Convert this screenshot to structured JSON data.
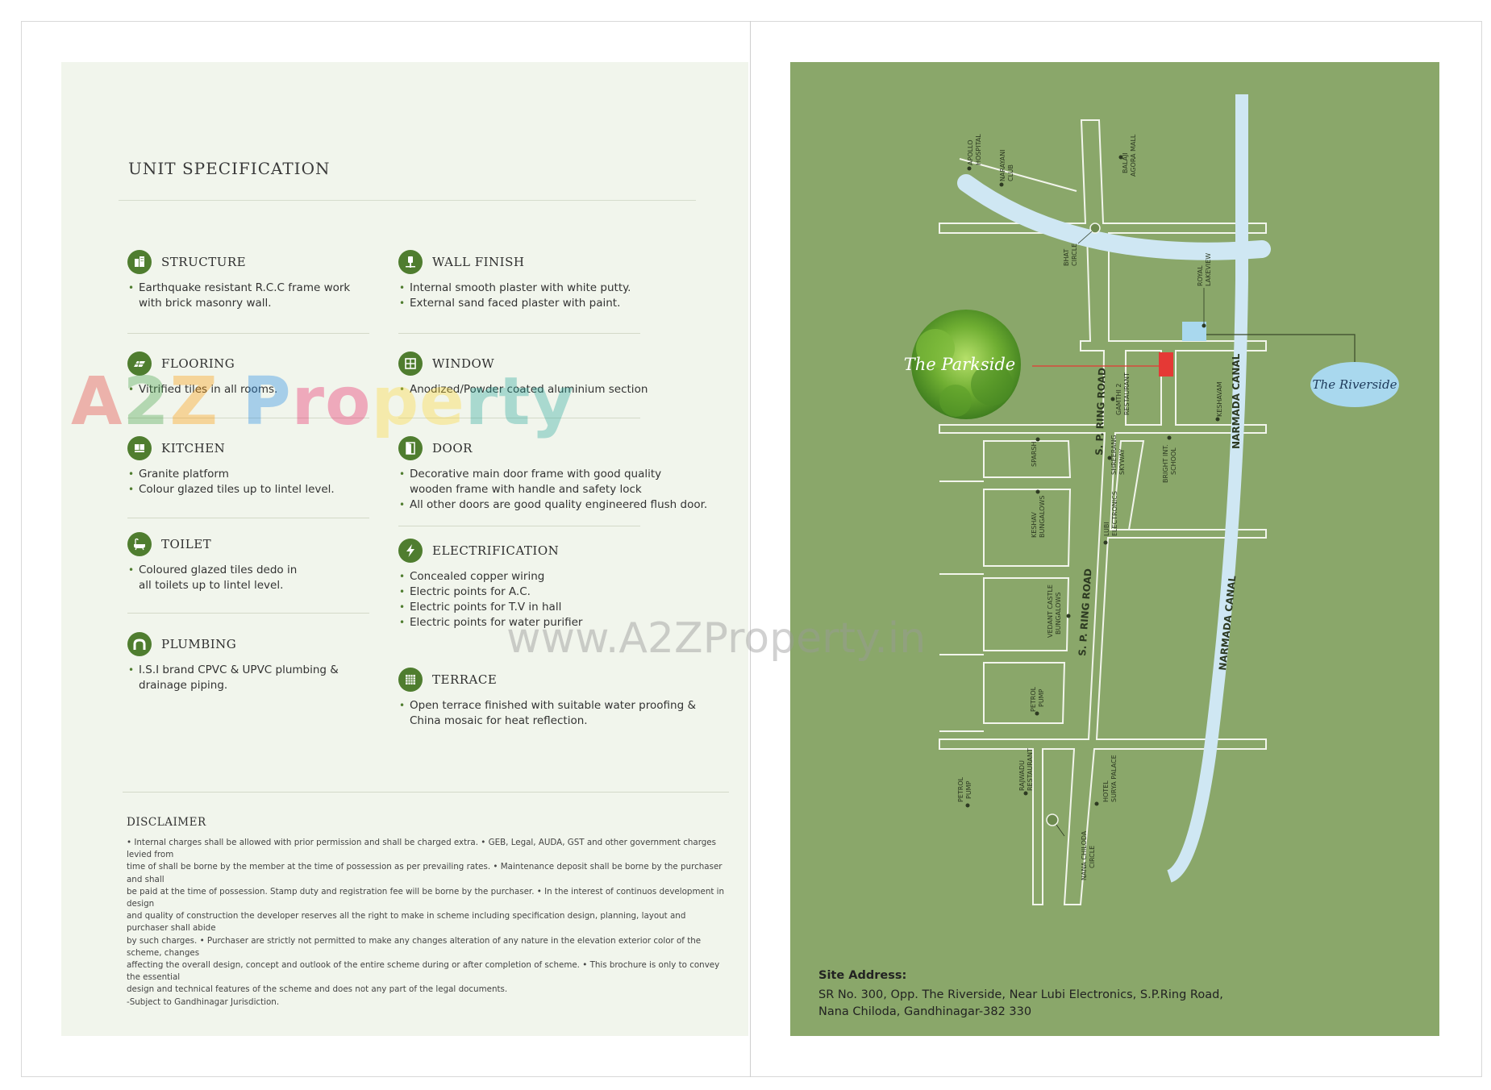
{
  "page_title": "UNIT SPECIFICATION",
  "specs": {
    "structure": {
      "title": "STRUCTURE",
      "lines": [
        "Earthquake resistant R.C.C frame work",
        "with brick masonry wall."
      ]
    },
    "flooring": {
      "title": "FLOORING",
      "lines": [
        "Vitrified tiles in all rooms."
      ]
    },
    "kitchen": {
      "title": "KITCHEN",
      "lines": [
        "Granite platform",
        "Colour glazed tiles up to lintel level."
      ]
    },
    "toilet": {
      "title": "TOILET",
      "lines": [
        "Coloured glazed tiles dedo in",
        "all toilets up to lintel level."
      ]
    },
    "plumbing": {
      "title": "PLUMBING",
      "lines": [
        "I.S.I brand CPVC & UPVC plumbing &",
        "drainage piping."
      ]
    },
    "wall_finish": {
      "title": "WALL FINISH",
      "lines": [
        "Internal smooth plaster with white putty.",
        "External sand faced plaster with paint."
      ]
    },
    "window": {
      "title": "WINDOW",
      "lines": [
        "Anodized/Powder coated aluminium section"
      ]
    },
    "door": {
      "title": "DOOR",
      "lines": [
        "Decorative main door frame with good quality",
        "wooden frame with handle and safety lock",
        "All other doors are good quality engineered flush door."
      ]
    },
    "electrification": {
      "title": "ELECTRIFICATION",
      "lines": [
        "Concealed copper wiring",
        "Electric points for A.C.",
        "Electric points for T.V in hall",
        "Electric points for water purifier"
      ]
    },
    "terrace": {
      "title": "TERRACE",
      "lines": [
        "Open terrace finished with suitable water proofing &",
        "China mosaic for heat reflection."
      ]
    }
  },
  "disclaimer": {
    "title": "DISCLAIMER",
    "lines": [
      "• Internal charges shall be allowed with prior permission and shall be charged extra. • GEB, Legal, AUDA, GST and other government charges levied from",
      "time of shall be borne by the member at the time of possession as per prevailing rates. • Maintenance deposit shall be borne by the purchaser and shall",
      "be paid at the time of possession. Stamp duty and registration fee will be borne by the purchaser. • In the interest of continuos development in design",
      "and quality of construction the developer reserves all the right to make in scheme including specification design, planning, layout and purchaser shall abide",
      "by such charges. • Purchaser are strictly not permitted to make any changes alteration of any nature in the elevation exterior color of the scheme, changes",
      "affecting the overall design, concept and outlook of the entire scheme during or after completion of scheme. • This brochure is only to convey the essential",
      "design and technical features of the scheme and does not any part of the legal documents.",
      "-Subject to Gandhinagar Jurisdiction."
    ]
  },
  "watermark": {
    "logo": [
      "A",
      "2",
      "Z",
      " P",
      "ro",
      "pe",
      "rty"
    ],
    "url": "www.A2ZProperty.in"
  },
  "map": {
    "labels": {
      "apollo": [
        "APOLLO",
        "HOSPITAL"
      ],
      "narayani": [
        "NARAYANI",
        "CLUB"
      ],
      "balaji": [
        "BALAJI",
        "AGORA MALL"
      ],
      "bhat": [
        "BHAT",
        "CIRCLE"
      ],
      "royal": [
        "ROYAL",
        "LAKEVIEW"
      ],
      "gamthi": [
        "GAMTHI 2",
        "RESTAURANT"
      ],
      "keshavam": [
        "KESHAVAM"
      ],
      "sparsh": [
        "SPARSH"
      ],
      "shreerang": [
        "SHREERANG",
        "SKYWAY"
      ],
      "bright": [
        "BRIGHT INT.",
        "SCHOOL"
      ],
      "keshav": [
        "KESHAV",
        "BUNGALOWS"
      ],
      "lubi": [
        "LUBI",
        "ELECTRONICS"
      ],
      "vedant": [
        "VEDANT CASTLE",
        "BUNGALOWS"
      ],
      "petrol1": [
        "PETROL",
        "PUMP"
      ],
      "petrol2": [
        "PETROL",
        "PUMP"
      ],
      "rajwadu": [
        "RAJWADU",
        "RESTAURANT"
      ],
      "hotel": [
        "HOTEL",
        "SURYA PALACE"
      ],
      "nana": [
        "NANA CHILODA",
        "CIRCLE"
      ],
      "road1": "S. P. RING ROAD",
      "road2": "S. P. RING ROAD",
      "canal1": "NARMADA CANAL",
      "canal2": "NARMADA CANAL",
      "parkside": "The Parkside",
      "riverside": "The Riverside"
    },
    "colors": {
      "background": "#8aa76a",
      "road": "#f2f5ec",
      "canal": "#cfe7f3",
      "site": "#e53935",
      "riverside": "#a9d8ee",
      "tree": "#5a9a2a"
    }
  },
  "site_address": {
    "label": "Site Address:",
    "line1": "SR No. 300, Opp. The Riverside, Near Lubi Electronics, S.P.Ring Road,",
    "line2": "Nana Chiloda, Gandhinagar-382 330"
  },
  "accent_color": "#4f7d2f"
}
